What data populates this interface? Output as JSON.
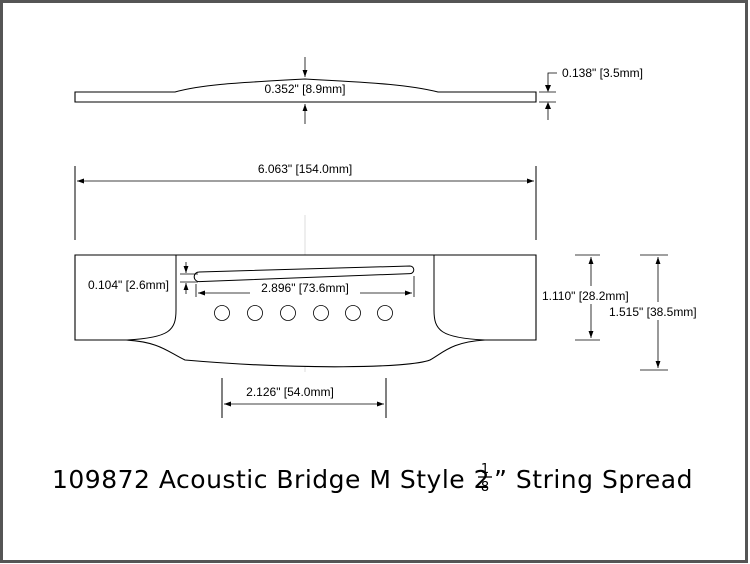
{
  "title": {
    "prefix": "109872 Acoustic Bridge M Style 2",
    "frac_num": "1",
    "frac_den": "8",
    "suffix": "” String Spread"
  },
  "dimensions": {
    "center_height": "0.352\" [8.9mm]",
    "edge_height": "0.138\" [3.5mm]",
    "overall_length": "6.063\" [154.0mm]",
    "slot_width": "0.104\" [2.6mm]",
    "slot_length": "2.896\" [73.6mm]",
    "wing_depth": "1.110\" [28.2mm]",
    "overall_depth": "1.515\" [38.5mm]",
    "center_width": "2.126\" [54.0mm]"
  },
  "pin_holes": 6
}
